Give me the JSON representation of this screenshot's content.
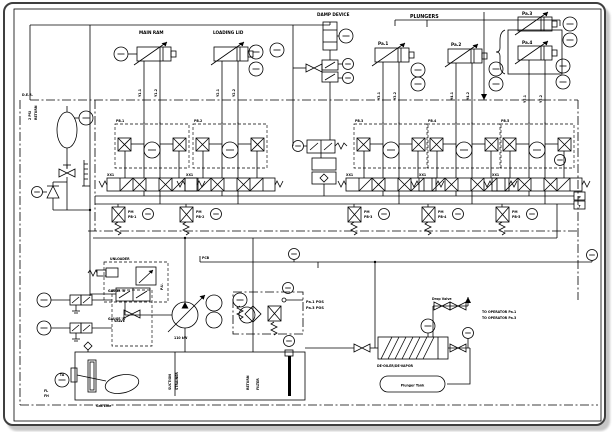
{
  "window": {
    "background": "#ffffff",
    "ink_color": "#000000",
    "frame_border_color": "#3f3f3f",
    "shadow_color": "#c6c6c6"
  },
  "labels": {
    "der": "D.E.R.",
    "psi": "2 PSI",
    "return_lbl": "RETURN",
    "main_ram": "MAIN RAM",
    "loading_lid": "LOADING LID",
    "damp_device": "DAMP DEVICE",
    "plungers": "PLUNGERS",
    "pa1": "Pa.1",
    "pa2": "Pa.2",
    "pa3": "Pa.3",
    "pa4": "Pa.4",
    "p": "P",
    "t": "T",
    "pcb": "PCB",
    "gauge_a": "GAUGE 'A'",
    "gauge_b": "GAUGE 'B'",
    "valve": "VALVE",
    "unloader": "UNLOADER",
    "pu": "P.U.",
    "kw": "110 kW",
    "ta": "TA",
    "fl": "FL",
    "fh": "FH",
    "gas_line": "Gas Line",
    "suction": "SUCTION",
    "strainer": "STRAINER",
    "return_line": "RETURN",
    "filter": "FILTER",
    "deoiler": "DE-OILER/DE-VAPOR",
    "plunger_tank": "Plunger Tank",
    "drop_valve": "Drop Valve",
    "to_op_1": "TO OPERATOR Pa.1",
    "to_op_3": "TO OPERATOR Pa.3",
    "pos1": "Pa.1 POS",
    "pos3": "Pa.3 POS",
    "manifold_tag": "XX1"
  },
  "stations": [
    {
      "tag": "PB.1"
    },
    {
      "tag": "PB.2"
    },
    {
      "tag": "PB.3"
    },
    {
      "tag": "PB.4"
    },
    {
      "tag": "PB.5"
    }
  ],
  "cartridges": [
    {
      "l1": "PM",
      "l2": "PB-1"
    },
    {
      "l1": "PM",
      "l2": "PB-2"
    },
    {
      "l1": "PM",
      "l2": "PB-3"
    },
    {
      "l1": "PM",
      "l2": "PB-4"
    },
    {
      "l1": "PM",
      "l2": "PB-5"
    }
  ],
  "pipe_tags": [
    "Y1.1",
    "Y1.2",
    "Y2.1",
    "Y2.2",
    "Y3.1",
    "Y3.2",
    "Y4.1",
    "Y4.2",
    "Y5.1",
    "Y5.2"
  ]
}
